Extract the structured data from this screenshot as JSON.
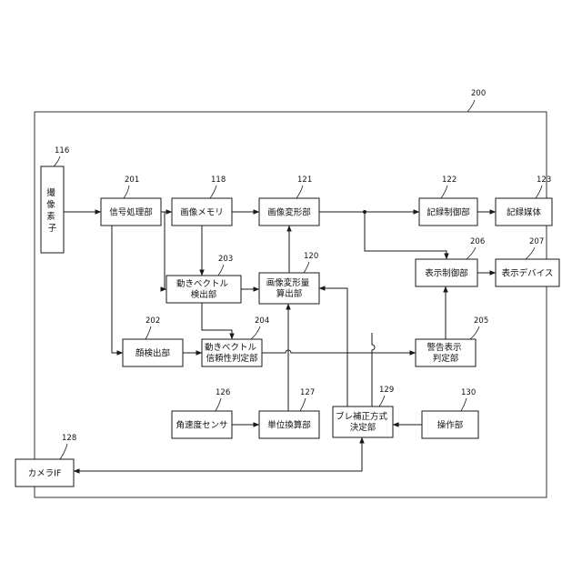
{
  "system": {
    "ref": "200"
  },
  "blocks": {
    "b116": {
      "ref": "116",
      "label": "撮像素子"
    },
    "b201": {
      "ref": "201",
      "label": "信号処理部"
    },
    "b118": {
      "ref": "118",
      "label": "画像メモリ"
    },
    "b121": {
      "ref": "121",
      "label": "画像変形部"
    },
    "b122": {
      "ref": "122",
      "label": "記録制御部"
    },
    "b123": {
      "ref": "123",
      "label": "記録媒体"
    },
    "b203": {
      "ref": "203",
      "label": [
        "動きベクトル",
        "検出部"
      ]
    },
    "b120": {
      "ref": "120",
      "label": [
        "画像変形量",
        "算出部"
      ]
    },
    "b206": {
      "ref": "206",
      "label": "表示制御部"
    },
    "b207": {
      "ref": "207",
      "label": "表示デバイス"
    },
    "b202": {
      "ref": "202",
      "label": "顔検出部"
    },
    "b204": {
      "ref": "204",
      "label": [
        "動きベクトル",
        "信頼性判定部"
      ]
    },
    "b205": {
      "ref": "205",
      "label": [
        "警告表示",
        "判定部"
      ]
    },
    "b126": {
      "ref": "126",
      "label": "角速度センサ"
    },
    "b127": {
      "ref": "127",
      "label": "単位換算部"
    },
    "b129": {
      "ref": "129",
      "label": [
        "ブレ補正方式",
        "決定部"
      ]
    },
    "b130": {
      "ref": "130",
      "label": "操作部"
    },
    "b128": {
      "ref": "128",
      "label": "カメラIF"
    }
  }
}
